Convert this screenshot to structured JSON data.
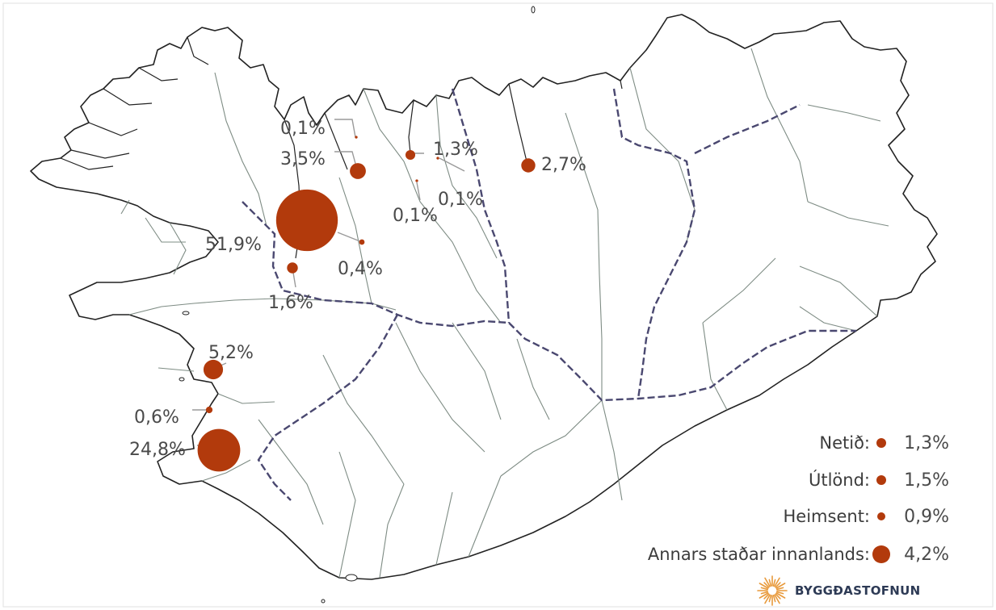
{
  "colors": {
    "dot": "#b23a0c",
    "coast": "#222222",
    "region_border": "#4a4870",
    "municipal_border": "#7e8c84",
    "label": "#4a4a4a",
    "leader": "#9a9a9a"
  },
  "map_points": [
    {
      "id": "p01",
      "label": "0,1%",
      "value": 0.1
    },
    {
      "id": "p02",
      "label": "3,5%",
      "value": 3.5
    },
    {
      "id": "p03",
      "label": "1,3%",
      "value": 1.3
    },
    {
      "id": "p04",
      "label": "0,1%",
      "value": 0.1
    },
    {
      "id": "p05",
      "label": "0,1%",
      "value": 0.1
    },
    {
      "id": "p06",
      "label": "2,7%",
      "value": 2.7
    },
    {
      "id": "p07",
      "label": "51,9%",
      "value": 51.9
    },
    {
      "id": "p08",
      "label": "0,4%",
      "value": 0.4
    },
    {
      "id": "p09",
      "label": "1,6%",
      "value": 1.6
    },
    {
      "id": "p10",
      "label": "5,2%",
      "value": 5.2
    },
    {
      "id": "p11",
      "label": "0,6%",
      "value": 0.6
    },
    {
      "id": "p12",
      "label": "24,8%",
      "value": 24.8
    }
  ],
  "legend": [
    {
      "label": "Netið:",
      "value_label": "1,3%",
      "value": 1.3
    },
    {
      "label": "Útlönd:",
      "value_label": "1,5%",
      "value": 1.5
    },
    {
      "label": "Heimsent:",
      "value_label": "0,9%",
      "value": 0.9
    },
    {
      "label": "Annars staðar innanlands:",
      "value_label": "4,2%",
      "value": 4.2
    }
  ],
  "logo": {
    "text": "BYGGÐASTOFNUN",
    "icon": "sunburst-logo-icon"
  }
}
